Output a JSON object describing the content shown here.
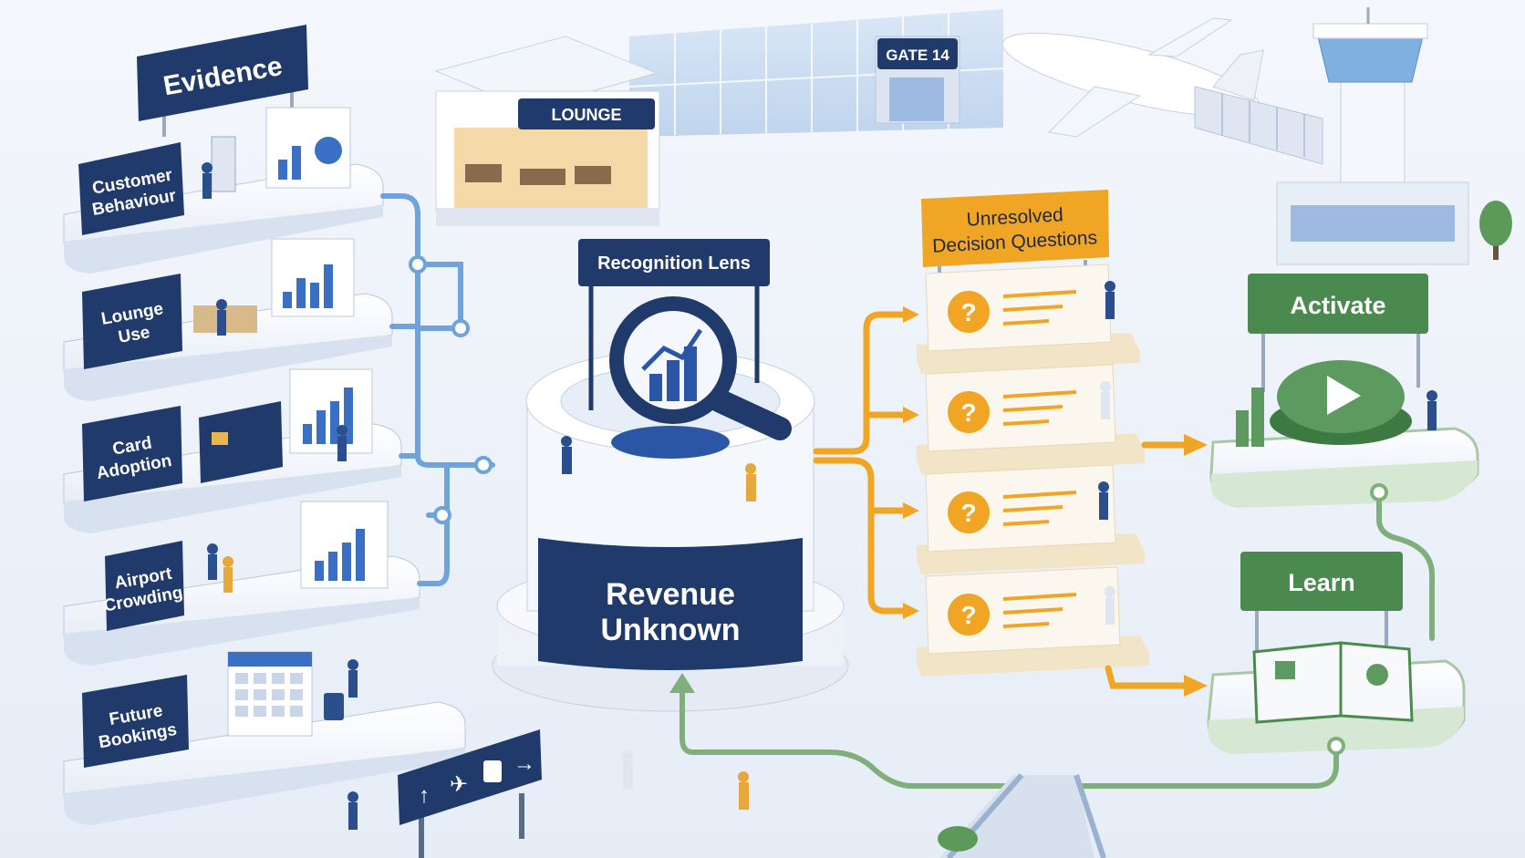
{
  "evidence": {
    "title": "Evidence",
    "items": [
      {
        "line1": "Customer",
        "line2": "Behaviour"
      },
      {
        "line1": "Lounge",
        "line2": "Use"
      },
      {
        "line1": "Card",
        "line2": "Adoption"
      },
      {
        "line1": "Airport",
        "line2": "Crowding"
      },
      {
        "line1": "Future",
        "line2": "Bookings"
      }
    ]
  },
  "lounge": {
    "label": "LOUNGE"
  },
  "gate": {
    "label": "GATE 14"
  },
  "lens": {
    "label": "Recognition Lens"
  },
  "core": {
    "line1": "Revenue",
    "line2": "Unknown"
  },
  "questions": {
    "line1": "Unresolved",
    "line2": "Decision Questions",
    "mark": "?"
  },
  "activate": {
    "label": "Activate"
  },
  "learn": {
    "label": "Learn"
  },
  "colors": {
    "navy": "#1f3a6b",
    "blue_pipe": "#6fa3db",
    "amber": "#f0a524",
    "green": "#4a8a4f",
    "green_pipe": "#7fb07c"
  },
  "icons": [
    "magnifier-chart-icon",
    "question-icon",
    "play-icon",
    "plane-icon",
    "luggage-icon",
    "arrow-up-icon",
    "arrow-right-icon"
  ]
}
